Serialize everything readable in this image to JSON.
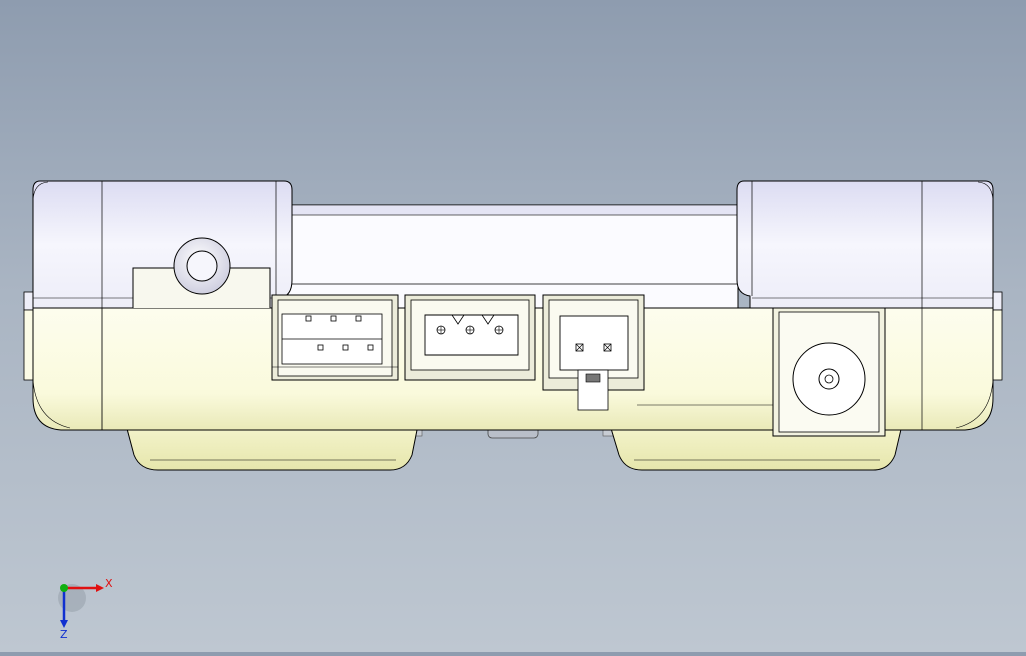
{
  "scene": {
    "model": "enclosure-front-view",
    "colors": {
      "background_top": "#8e9caf",
      "background_bottom": "#bec7d1",
      "body_upper": "#f1f1fb",
      "body_lower": "#fbfbe4",
      "feet": "#f6f6cf",
      "outline": "#000000",
      "connector_fill": "#fafaf0",
      "axis_x": "#e01010",
      "axis_y": "#10b010",
      "axis_z": "#1030d0"
    },
    "ports": [
      {
        "name": "usb-connector",
        "icon": "usb-port-icon"
      },
      {
        "name": "three-pin-connector",
        "icon": "three-pin-header-icon"
      },
      {
        "name": "two-pin-connector",
        "icon": "two-pin-header-icon"
      },
      {
        "name": "dc-jack",
        "icon": "dc-barrel-jack-icon"
      }
    ]
  },
  "triad": {
    "x_label": "X",
    "z_label": "Z"
  }
}
